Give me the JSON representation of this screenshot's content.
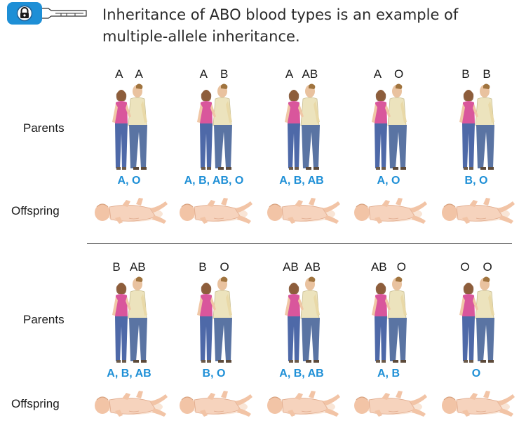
{
  "caption": {
    "line1": "Inheritance of ABO blood types is an example of",
    "line2": "multiple-allele inheritance."
  },
  "icons": {
    "badge": "key-lock-icon"
  },
  "colors": {
    "offspring_text": "#1e8fd6",
    "key_badge": "#1e8fd6"
  },
  "rows": [
    {
      "parents_label": "Parents",
      "offspring_label": "Offspring",
      "crosses": [
        {
          "parents": "A    A",
          "offspring": "A, O"
        },
        {
          "parents": "A    B",
          "offspring": "A, B, AB, O"
        },
        {
          "parents": "A   AB",
          "offspring": "A, B, AB"
        },
        {
          "parents": "A    O",
          "offspring": "A, O"
        },
        {
          "parents": "B    B",
          "offspring": "B, O"
        }
      ]
    },
    {
      "parents_label": "Parents",
      "offspring_label": "Offspring",
      "crosses": [
        {
          "parents": "B   AB",
          "offspring": "A, B, AB"
        },
        {
          "parents": "B    O",
          "offspring": "B, O"
        },
        {
          "parents": "AB  AB",
          "offspring": "A, B, AB"
        },
        {
          "parents": "AB   O",
          "offspring": "A, B"
        },
        {
          "parents": "O    O",
          "offspring": "O"
        }
      ]
    }
  ]
}
